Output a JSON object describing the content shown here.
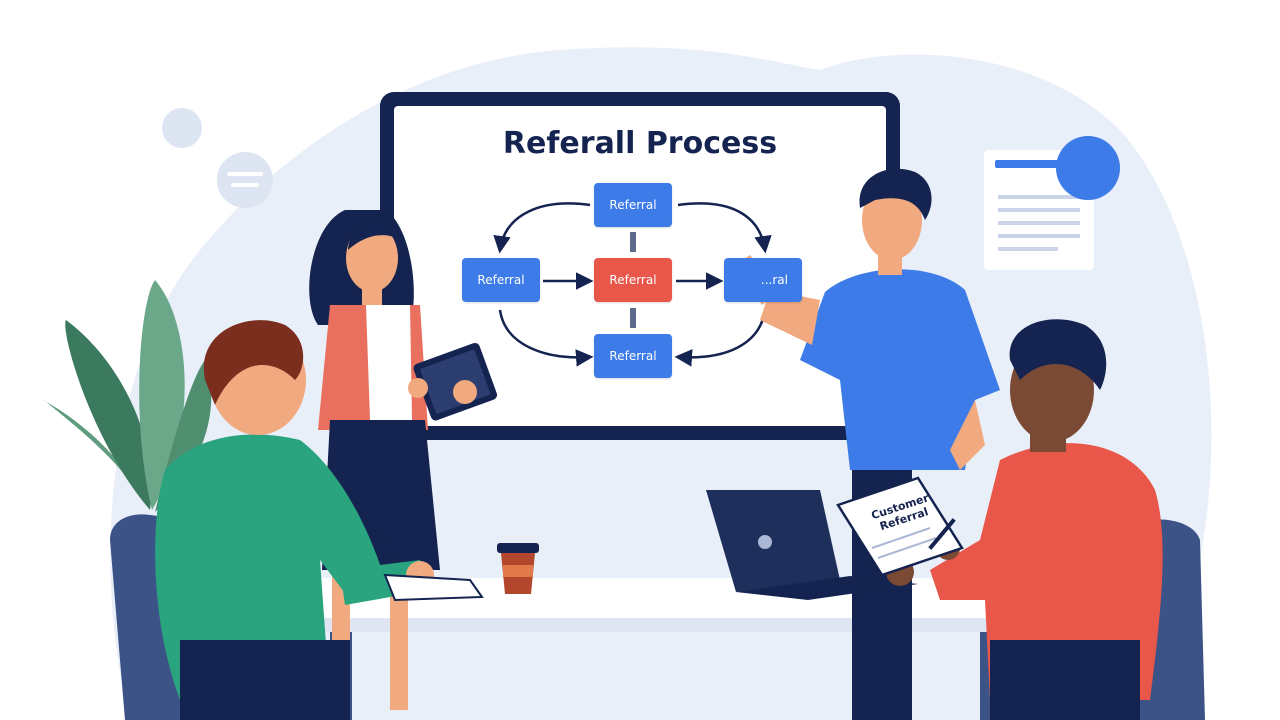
{
  "whiteboard": {
    "title": "Referall Process",
    "nodes": {
      "top": "Referral",
      "left": "Referral",
      "center": "Referral",
      "right": "...ral",
      "bottom": "Referral"
    }
  },
  "clipboard": {
    "line1": "Customer",
    "line2": "Referral"
  },
  "colors": {
    "background_blob": "#e9eff9",
    "board_frame": "#14234f",
    "node_blue": "#3d7be9",
    "node_red": "#e9574a",
    "table_top": "#dfe5f2",
    "chair": "#3b5387"
  },
  "icons": {
    "bubble_icon": "chat-bubble-icon",
    "document_icon": "document-card-icon"
  }
}
